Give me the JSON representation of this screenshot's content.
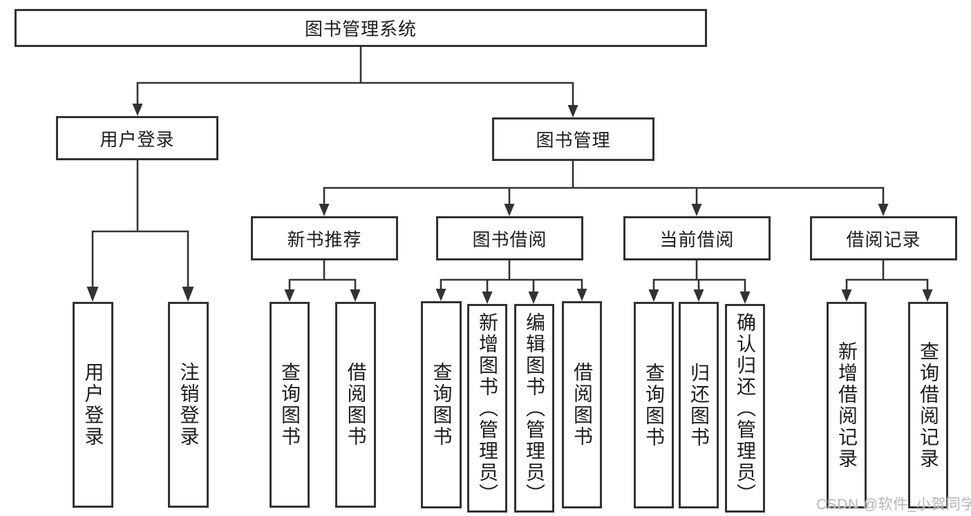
{
  "diagram": {
    "title": "图书管理系统",
    "root": {
      "label": "图书管理系统"
    },
    "level2": [
      {
        "label": "用户登录",
        "children": [
          {
            "label": "用户登录"
          },
          {
            "label": "注销登录"
          }
        ]
      },
      {
        "label": "图书管理",
        "children": [
          {
            "label": "新书推荐",
            "children": [
              {
                "label": "查询图书"
              },
              {
                "label": "借阅图书"
              }
            ]
          },
          {
            "label": "图书借阅",
            "children": [
              {
                "label": "查询图书"
              },
              {
                "label": "新增图书（管理员）"
              },
              {
                "label": "编辑图书（管理员）"
              },
              {
                "label": "借阅图书"
              }
            ]
          },
          {
            "label": "当前借阅",
            "children": [
              {
                "label": "查询图书"
              },
              {
                "label": "归还图书"
              },
              {
                "label": "确认归还（管理员）"
              }
            ]
          },
          {
            "label": "借阅记录",
            "children": [
              {
                "label": "新增借阅记录"
              },
              {
                "label": "查询借阅记录"
              }
            ]
          }
        ]
      }
    ]
  },
  "watermark": {
    "text": "CSDN @软件_小贺同学"
  },
  "colors": {
    "line": "#333333",
    "box_border": "#313131",
    "text": "#1d1d1d",
    "watermark": "#b5b5ba",
    "background": "#ffffff"
  }
}
